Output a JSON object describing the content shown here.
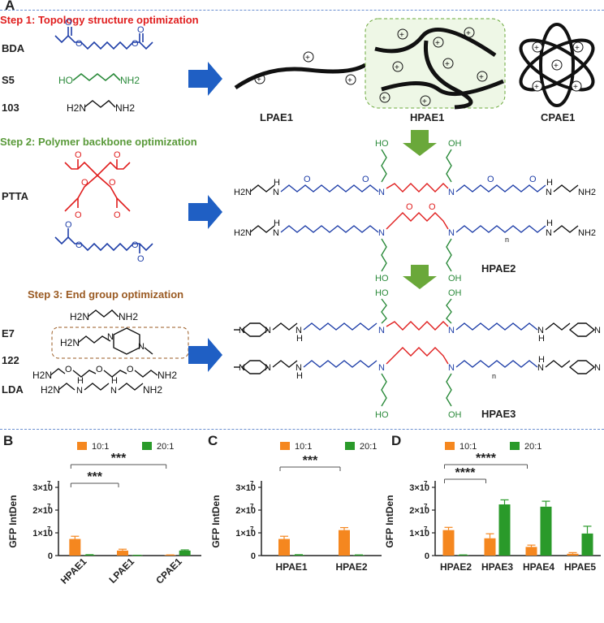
{
  "panel_a": {
    "label": "A",
    "step1": {
      "title": "Step 1: Topology structure optimization",
      "color": "#e01e1e"
    },
    "step2": {
      "title": "Step 2: Polymer backbone optimization",
      "color": "#5a9a3a"
    },
    "step3": {
      "title": "Step 3: End group optimization",
      "color": "#9a5a22"
    },
    "monomers1": [
      "BDA",
      "S5",
      "103"
    ],
    "monomers2": [
      "PTTA"
    ],
    "monomers3": [
      "E7",
      "122",
      "LDA"
    ],
    "topologies": [
      "LPAE1",
      "HPAE1",
      "CPAE1"
    ],
    "products": [
      "HPAE2",
      "HPAE3"
    ],
    "chem": {
      "s5": "HO",
      "s5b": "NH2",
      "amine_103a": "H2N",
      "amine_103b": "NH2",
      "h2n": "H2N",
      "nh2": "NH2",
      "h": "H",
      "n": "N",
      "o": "O",
      "ho": "HO",
      "oh": "OH",
      "sub_n": "n"
    },
    "colors": {
      "blue": "#1f3fa8",
      "red": "#e01e1e",
      "green": "#2a8a3a",
      "arrow_blue": "#1f5fc4",
      "arrow_green": "#6aa83a"
    }
  },
  "chart_data": [
    {
      "panel": "B",
      "type": "bar",
      "categories": [
        "HPAE1",
        "LPAE1",
        "CPAE1"
      ],
      "series": [
        {
          "name": "10:1",
          "values": [
            7300000.0,
            2200000.0,
            200000.0
          ],
          "errors": [
            1200000.0,
            600000.0,
            100000.0
          ],
          "color": "#f5871f"
        },
        {
          "name": "20:1",
          "values": [
            300000.0,
            100000.0,
            2200000.0
          ],
          "errors": [
            100000.0,
            50000.0,
            300000.0
          ],
          "color": "#2a9a2a"
        }
      ],
      "ylabel": "GFP IntDen",
      "ylim": [
        0,
        30000000.0
      ],
      "yticks": [
        "0",
        "1×10",
        "2×10",
        "3×10"
      ],
      "ytick_exp": "7",
      "significance": [
        {
          "text": "***",
          "from": 0,
          "to": 1
        },
        {
          "text": "***",
          "from": 0,
          "to": 2
        }
      ]
    },
    {
      "panel": "C",
      "type": "bar",
      "categories": [
        "HPAE1",
        "HPAE2"
      ],
      "series": [
        {
          "name": "10:1",
          "values": [
            7300000.0,
            11200000.0
          ],
          "errors": [
            1200000.0,
            1100000.0
          ],
          "color": "#f5871f"
        },
        {
          "name": "20:1",
          "values": [
            300000.0,
            200000.0
          ],
          "errors": [
            100000.0,
            100000.0
          ],
          "color": "#2a9a2a"
        }
      ],
      "ylabel": "GFP IntDen",
      "ylim": [
        0,
        30000000.0
      ],
      "yticks": [
        "0",
        "1×10",
        "2×10",
        "3×10"
      ],
      "ytick_exp": "7",
      "significance": [
        {
          "text": "***",
          "from": 0,
          "to": 1
        }
      ]
    },
    {
      "panel": "D",
      "type": "bar",
      "categories": [
        "HPAE2",
        "HPAE3",
        "HPAE4",
        "HPAE5"
      ],
      "series": [
        {
          "name": "10:1",
          "values": [
            11200000.0,
            7600000.0,
            3800000.0,
            800000.0
          ],
          "errors": [
            1200000.0,
            2000000.0,
            800000.0,
            500000.0
          ],
          "color": "#f5871f"
        },
        {
          "name": "20:1",
          "values": [
            200000.0,
            22500000.0,
            21500000.0,
            9700000.0
          ],
          "errors": [
            100000.0,
            2000000.0,
            2400000.0,
            3200000.0
          ],
          "color": "#2a9a2a"
        }
      ],
      "ylabel": "GFP IntDen",
      "ylim": [
        0,
        30000000.0
      ],
      "yticks": [
        "0",
        "1×10",
        "2×10",
        "3×10"
      ],
      "ytick_exp": "7",
      "significance": [
        {
          "text": "****",
          "from": 0,
          "to": 1
        },
        {
          "text": "****",
          "from": 0,
          "to": 2
        }
      ]
    }
  ]
}
